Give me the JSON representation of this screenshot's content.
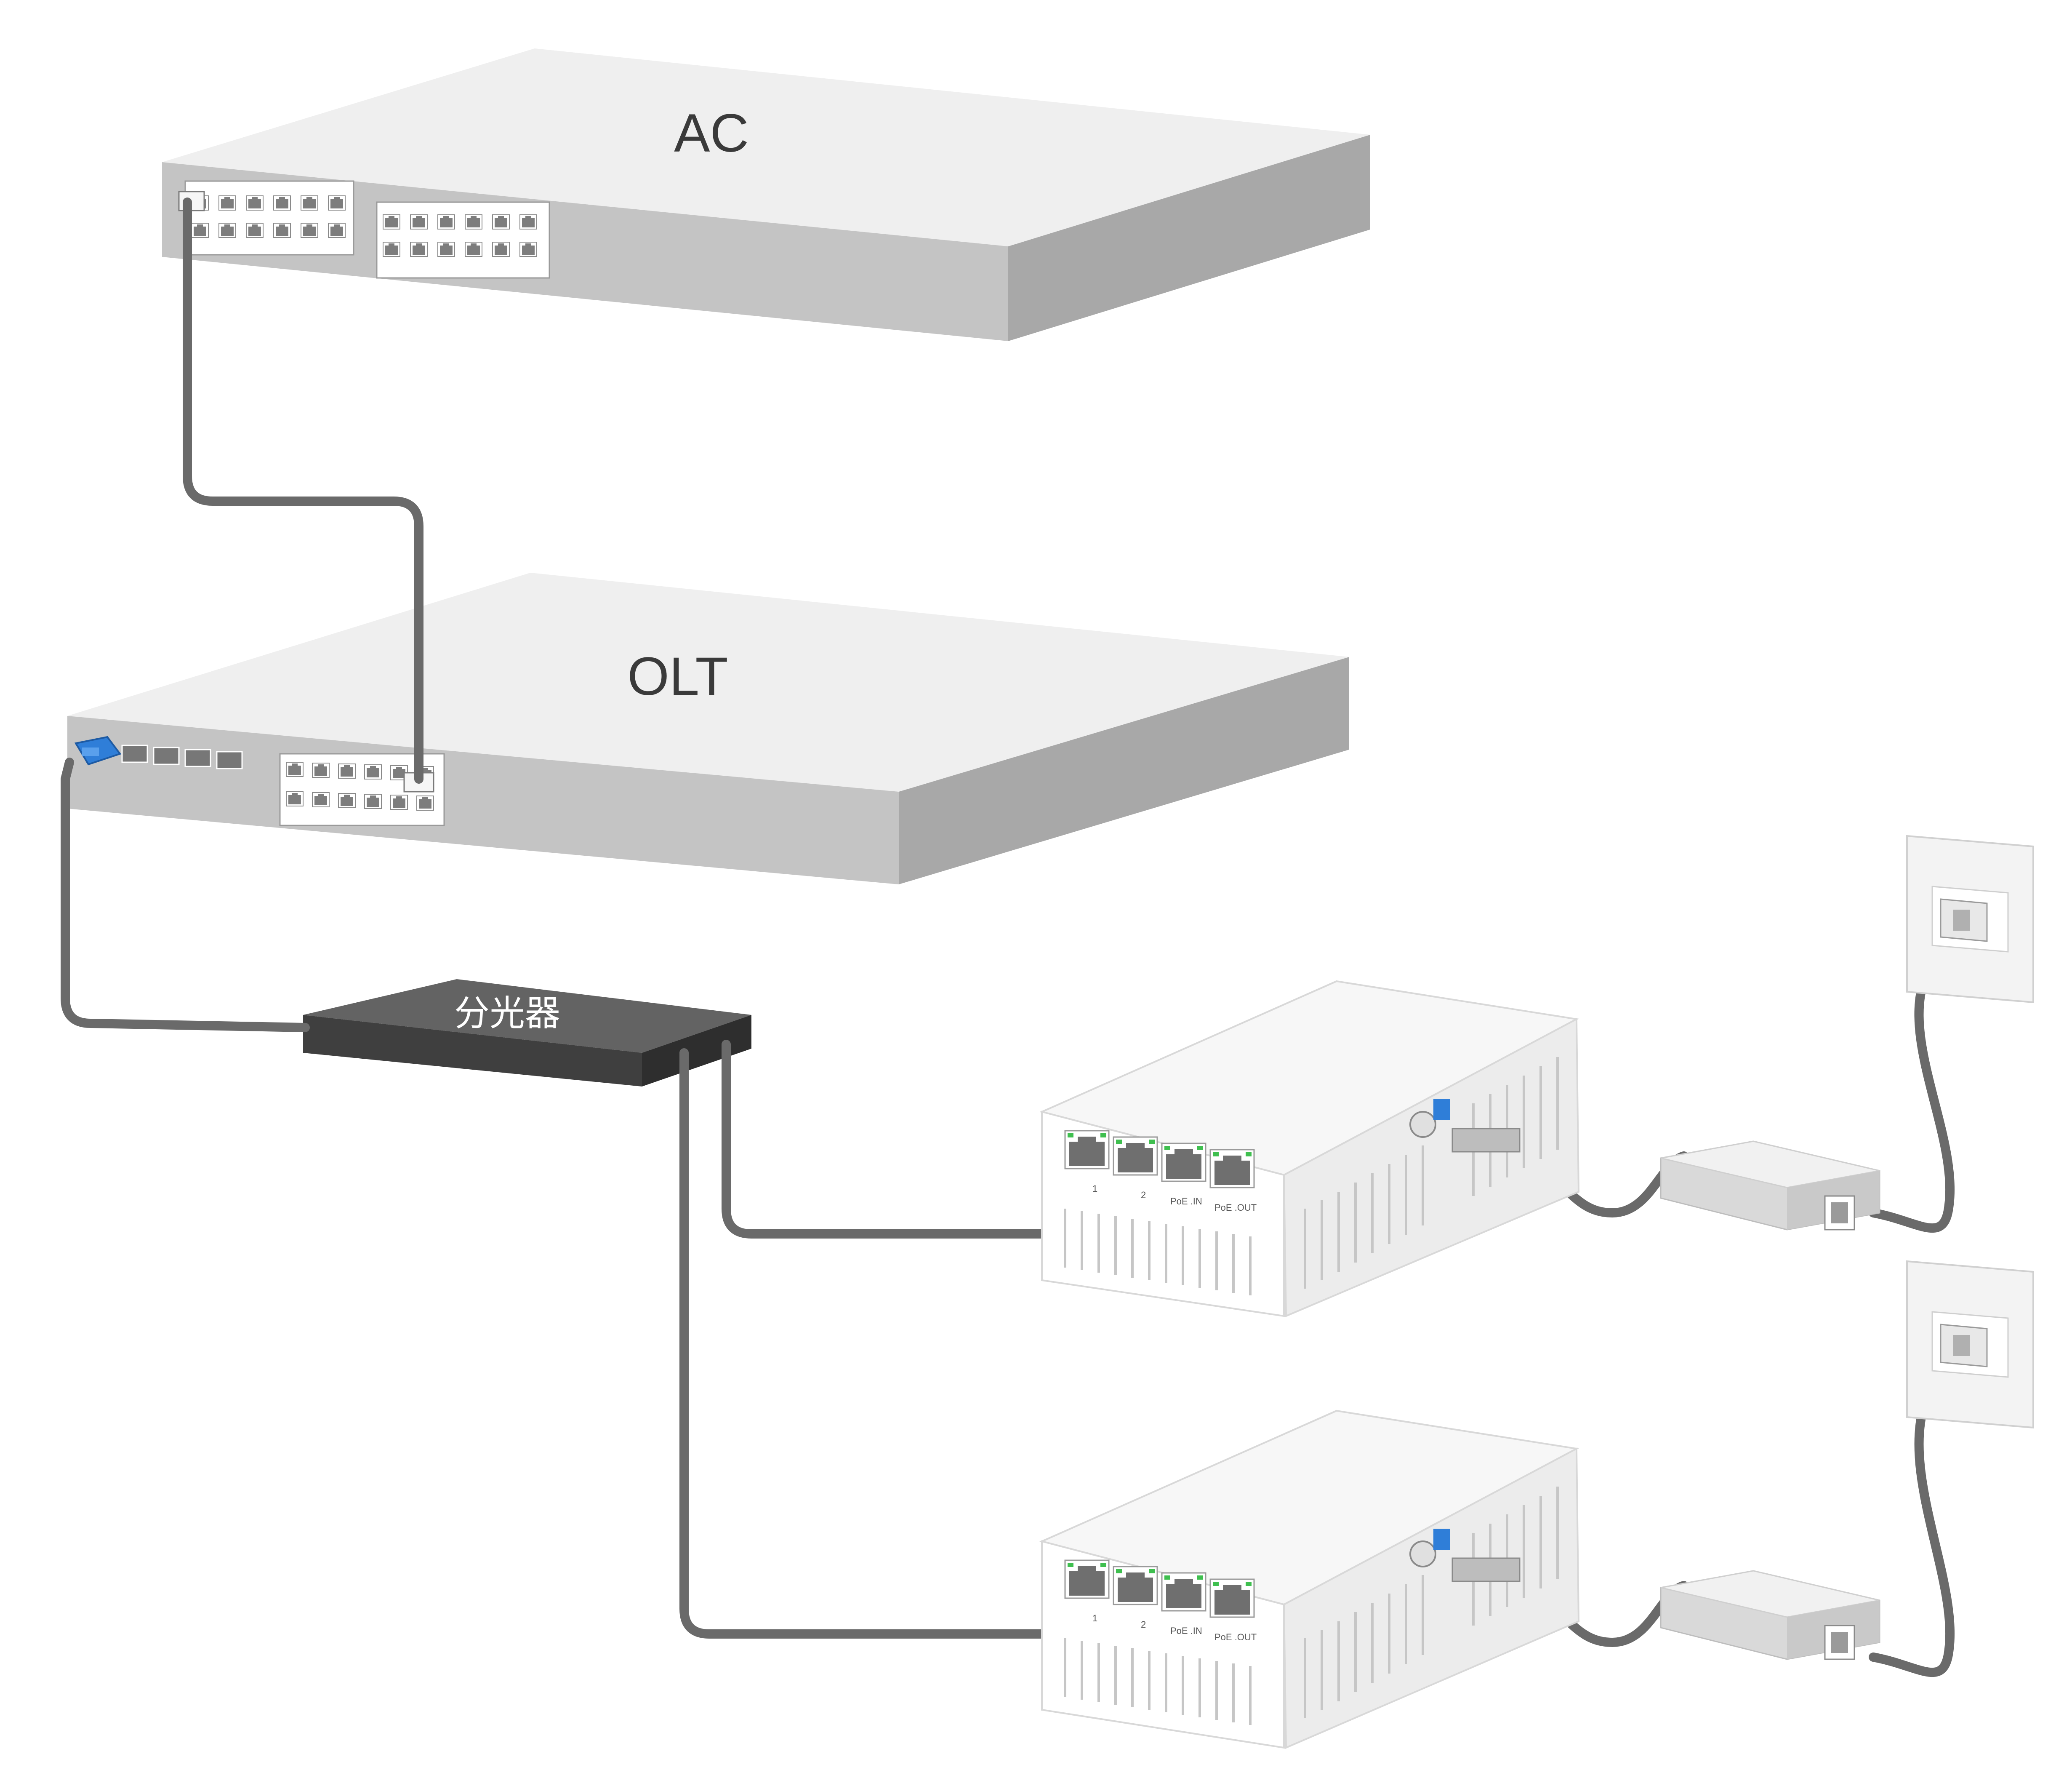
{
  "devices": {
    "ac": {
      "label": "AC"
    },
    "olt": {
      "label": "OLT"
    },
    "splitter": {
      "label": "分光器"
    },
    "onu_ports": [
      "1",
      "2",
      "PoE .IN",
      "PoE .OUT"
    ]
  },
  "colors": {
    "switch_top": "#efefef",
    "switch_front": "#c4c4c4",
    "switch_side": "#a8a8a8",
    "cable": "#6a6a6a",
    "splitter_top": "#636363",
    "splitter_front": "#3f3f3f",
    "fiber_connector": "#2f7ed8",
    "port_led": "#3fbf4f"
  }
}
